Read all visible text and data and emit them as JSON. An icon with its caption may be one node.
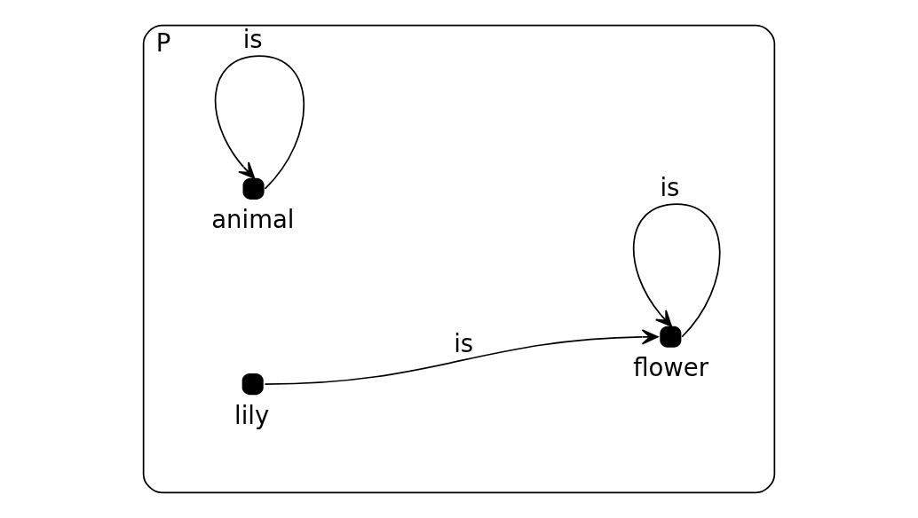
{
  "diagram": {
    "nodes": [
      {
        "text": [
          "P"
        ]
      },
      {
        "text": [],
        "shape": "circle",
        "beside": [
          "animal"
        ],
        "in": 0
      },
      {
        "text": [],
        "shape": "circle",
        "beside": [
          "lily"
        ],
        "in": 0
      },
      {
        "text": [],
        "shape": "circle",
        "beside": [
          "flower"
        ],
        "in": 0
      }
    ],
    "edges": [
      {
        "from": 1,
        "to": 1,
        "arrow": "to",
        "label": "is"
      },
      {
        "from": 2,
        "to": 3,
        "arrow": "to",
        "label": "is"
      },
      {
        "from": 3,
        "to": 3,
        "arrow": "to",
        "label": "is"
      }
    ]
  }
}
